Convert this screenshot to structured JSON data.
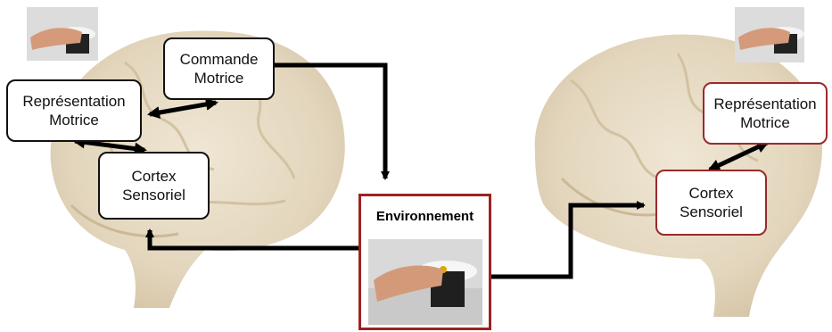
{
  "left_brain": {
    "motor_command": {
      "line1": "Commande",
      "line2": "Motrice"
    },
    "motor_representation": {
      "line1": "Représentation",
      "line2": "Motrice"
    },
    "sensory_cortex": {
      "line1": "Cortex",
      "line2": "Sensoriel"
    }
  },
  "environment": {
    "label": "Environnement"
  },
  "right_brain": {
    "motor_representation": {
      "line1": "Représentation",
      "line2": "Motrice"
    },
    "sensory_cortex": {
      "line1": "Cortex",
      "line2": "Sensoriel"
    }
  },
  "colors": {
    "box_border_left": "#111111",
    "box_border_right": "#9b2a2a",
    "environment_border": "#9b2222",
    "brain_tone": "#e5d9c3",
    "arrow": "#000000"
  }
}
